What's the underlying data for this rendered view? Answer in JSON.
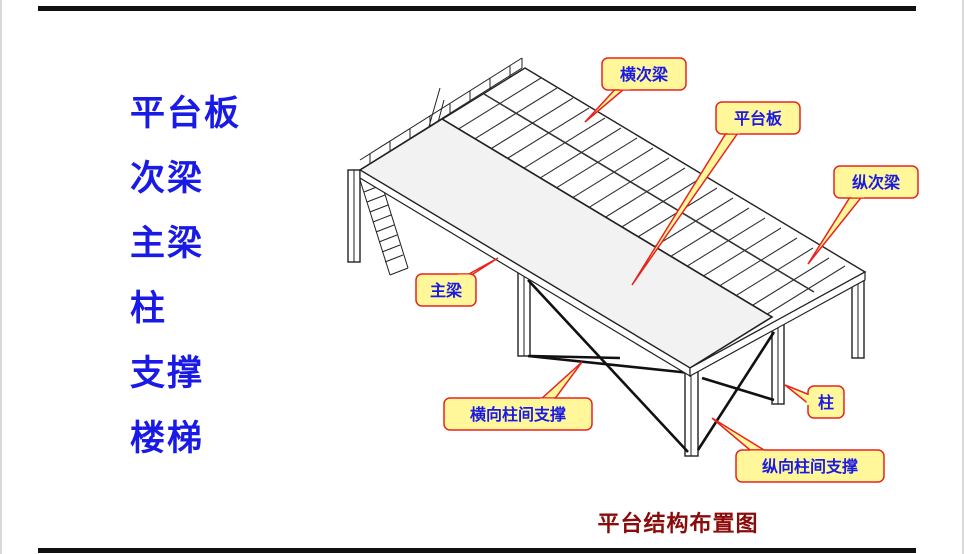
{
  "terms": [
    "平台板",
    "次梁",
    "主梁",
    "柱",
    "支撑",
    "楼梯"
  ],
  "callouts": {
    "transverse_secondary_beam": "横次梁",
    "platform_slab": "平台板",
    "longitudinal_secondary_beam": "纵次梁",
    "main_beam": "主梁",
    "column": "柱",
    "transverse_bracing": "横向柱间支撑",
    "longitudinal_bracing": "纵向柱间支撑"
  },
  "caption": "平台结构布置图",
  "colors": {
    "term_text": "#1a1ae6",
    "callout_fill": "#fff79a",
    "callout_border": "#e8231f",
    "caption_text": "#8b0a0a"
  }
}
